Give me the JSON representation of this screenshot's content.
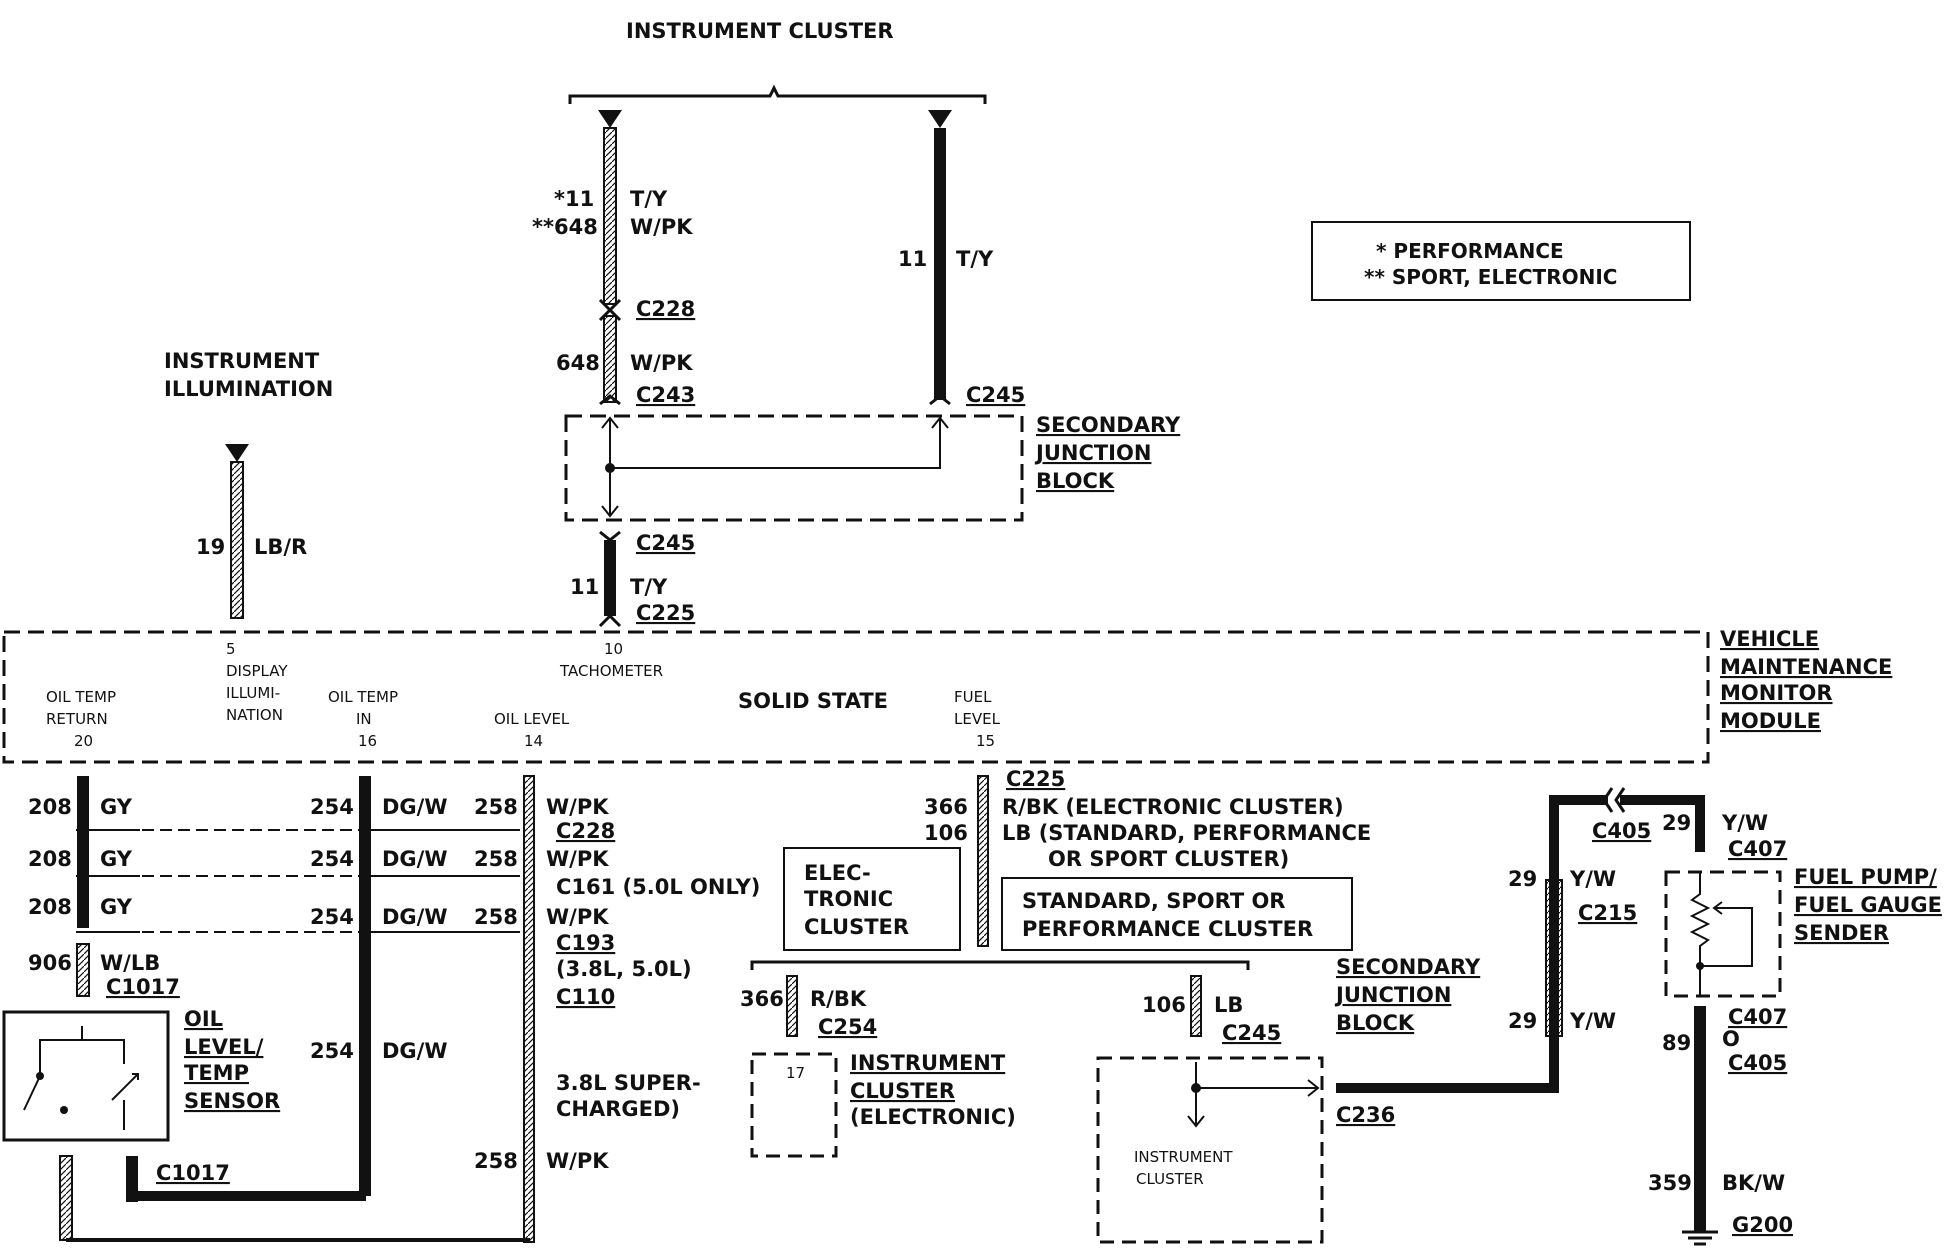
{
  "title": "INSTRUMENT CLUSTER",
  "legend": {
    "l1": "*   PERFORMANCE",
    "l2": "**  SPORT, ELECTRONIC"
  },
  "illum": {
    "line1": "INSTRUMENT",
    "line2": "ILLUMINATION",
    "circuit": "19",
    "color": "LB/R"
  },
  "top_wires": {
    "c1a": "*11",
    "c1b": "**648",
    "col1a": "T/Y",
    "col1b": "W/PK",
    "c228": "C228",
    "c648": "648",
    "col648": "W/PK",
    "c243": "C243",
    "c11": "11",
    "colT": "T/Y",
    "c245": "C245",
    "c245b": "C245",
    "c11b": "11",
    "colTb": "T/Y",
    "c225": "C225"
  },
  "sjb1": {
    "l1": "SECONDARY",
    "l2": "JUNCTION",
    "l3": "BLOCK"
  },
  "module": {
    "name1": "VEHICLE",
    "name2": "MAINTENANCE",
    "name3": "MONITOR",
    "name4": "MODULE",
    "center": "SOLID STATE",
    "pin_oilret": [
      "OIL TEMP",
      "RETURN",
      "20"
    ],
    "pin_disp": [
      "5",
      "DISPLAY",
      "ILLUMI-",
      "NATION"
    ],
    "pin_oilin": [
      "OIL TEMP",
      "IN",
      "16"
    ],
    "pin_oillevel": [
      "OIL LEVEL",
      "14"
    ],
    "pin_tach": [
      "10",
      "TACHOMETER"
    ],
    "pin_fuel": [
      "FUEL",
      "LEVEL",
      "15"
    ]
  },
  "left_wires": {
    "n208": "208",
    "gy": "GY",
    "n254": "254",
    "dgw": "DG/W",
    "n258": "258",
    "wpk": "W/PK",
    "c228": "C228",
    "c161": "C161 (5.0L ONLY)",
    "c193": "C193",
    "c193b": "(3.8L, 5.0L)",
    "c110": "C110",
    "n906": "906",
    "wlb": "W/LB",
    "c1017": "C1017",
    "sc1": "3.8L SUPER-",
    "sc2": "CHARGED)",
    "c1017b": "C1017"
  },
  "sensor": {
    "l1": "OIL",
    "l2": "LEVEL/",
    "l3": "TEMP",
    "l4": "SENSOR"
  },
  "fuel_wires": {
    "c225": "C225",
    "n366": "366",
    "rbk_e": "R/BK (ELECTRONIC CLUSTER)",
    "n106": "106",
    "lb_s": "LB  (STANDARD, PERFORMANCE",
    "lb_s2": "OR SPORT CLUSTER)",
    "elec1": "ELEC-",
    "elec2": "TRONIC",
    "elec3": "CLUSTER",
    "std1": "STANDARD, SPORT OR",
    "std2": "PERFORMANCE CLUSTER",
    "n366b": "366",
    "rbk": "R/BK",
    "c254": "C254",
    "n106b": "106",
    "lb": "LB",
    "c245": "C245"
  },
  "ic_elec": {
    "pin": "17",
    "l1": "INSTRUMENT",
    "l2": "CLUSTER",
    "l3": "(ELECTRONIC)"
  },
  "sjb2": {
    "l1": "SECONDARY",
    "l2": "JUNCTION",
    "l3": "BLOCK",
    "inner1": "INSTRUMENT",
    "inner2": "CLUSTER",
    "c236": "C236"
  },
  "right_wires": {
    "c405": "C405",
    "n29a": "29",
    "yw1": "Y/W",
    "c407": "C407",
    "n29b": "29",
    "yw2": "Y/W",
    "c215": "C215",
    "n29c": "29",
    "yw3": "Y/W",
    "c407b": "C407",
    "n89": "89",
    "o": "O",
    "c405b": "C405",
    "n359": "359",
    "bkw": "BK/W",
    "g200": "G200"
  },
  "sender": {
    "l1": "FUEL PUMP/",
    "l2": "FUEL GAUGE",
    "l3": "SENDER"
  }
}
